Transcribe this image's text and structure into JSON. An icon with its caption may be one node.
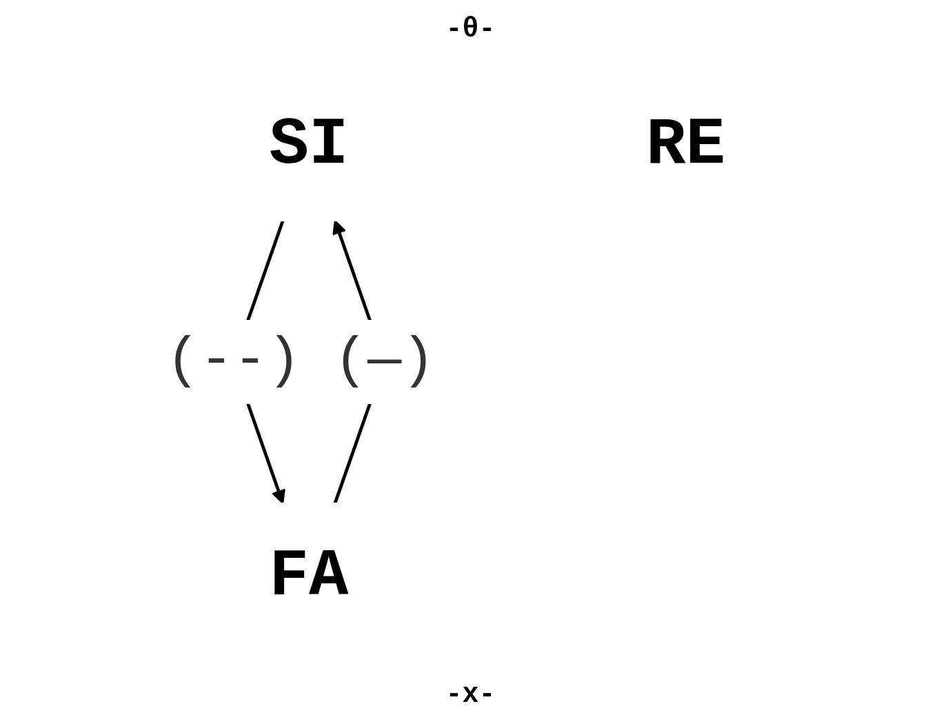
{
  "diagram": {
    "nodes": [
      {
        "text": [
          "SI"
        ]
      },
      {
        "text": [
          "RE"
        ]
      },
      {
        "text": [
          "FA"
        ]
      }
    ],
    "edges": [
      {
        "from": 0,
        "to": 2,
        "arrow": "to",
        "label": "(--)"
      },
      {
        "from": 2,
        "to": 0,
        "arrow": "to",
        "label": "(—)"
      }
    ],
    "labels": [
      "-θ-",
      "-x-"
    ]
  }
}
